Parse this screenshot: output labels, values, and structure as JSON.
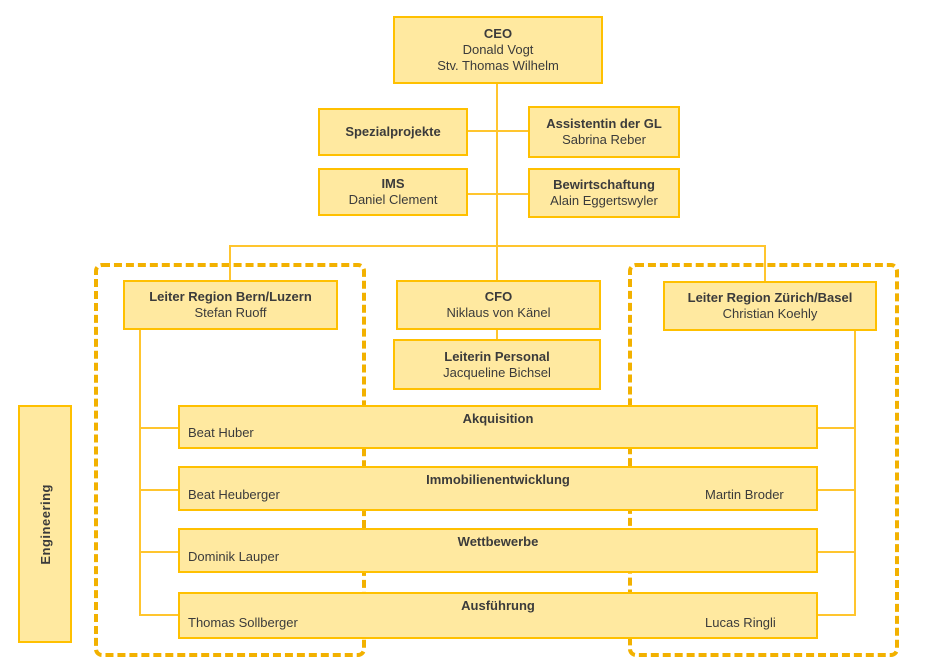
{
  "colors": {
    "box_fill": "#FFE9A0",
    "box_border": "#FFC000",
    "line": "#FFC52E",
    "dash": "#F2B100",
    "text": "#3B3B3B"
  },
  "org": {
    "ceo": {
      "title": "CEO",
      "name": "Donald Vogt",
      "deputy": "Stv. Thomas Wilhelm"
    },
    "staff": [
      {
        "title": "Spezialprojekte",
        "name": ""
      },
      {
        "title": "Assistentin der GL",
        "name": "Sabrina Reber"
      },
      {
        "title": "IMS",
        "name": "Daniel Clement"
      },
      {
        "title": "Bewirtschaftung",
        "name": "Alain Eggertswyler"
      }
    ],
    "managers": [
      {
        "title": "Leiter Region Bern/Luzern",
        "name": "Stefan Ruoff"
      },
      {
        "title": "CFO",
        "name": "Niklaus von Känel"
      },
      {
        "title": "Leiter Region Zürich/Basel",
        "name": "Christian Koehly"
      }
    ],
    "hr": {
      "title": "Leiterin Personal",
      "name": "Jacqueline Bichsel"
    },
    "departments": [
      {
        "title": "Akquisition",
        "left_name": "Beat Huber",
        "right_name": ""
      },
      {
        "title": "Immobilienentwicklung",
        "left_name": "Beat Heuberger",
        "right_name": "Martin Broder"
      },
      {
        "title": "Wettbewerbe",
        "left_name": "Dominik Lauper",
        "right_name": ""
      },
      {
        "title": "Ausführung",
        "left_name": "Thomas Sollberger",
        "right_name": "Lucas Ringli"
      }
    ],
    "side_label": "Engineering"
  }
}
